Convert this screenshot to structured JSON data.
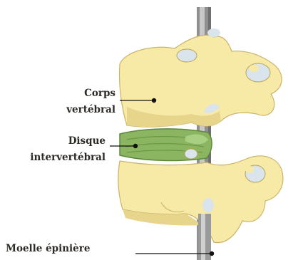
{
  "labels": {
    "corps_line1": "Corps",
    "corps_line2": "vertébral",
    "disque_line1": "Disque",
    "disque_line2": "intervertébral",
    "moelle": "Moelle épinière"
  },
  "colors": {
    "bone": "#f7e9a6",
    "bone_shadow": "#e0c774",
    "bone_outline": "#b9a45a",
    "disc": "#8bb561",
    "disc_dark": "#5b8a3a",
    "spinal_cord": "#9a9a9a",
    "foramen": "#d9e4ec",
    "pointer": "#111111"
  },
  "icons": [
    "vertebra-illustration",
    "spinal-cord-rod",
    "disc-illustration"
  ]
}
